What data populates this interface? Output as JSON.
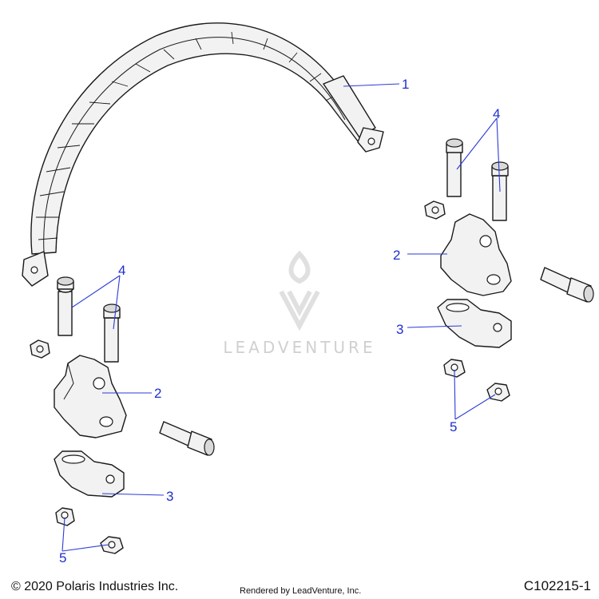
{
  "callouts": {
    "c1": "1",
    "c2a": "2",
    "c2b": "2",
    "c3a": "3",
    "c3b": "3",
    "c4a": "4",
    "c4b": "4",
    "c5a": "5",
    "c5b": "5"
  },
  "watermark": {
    "text": "LEADVENTURE"
  },
  "footer": {
    "copyright": "© 2020 Polaris Industries Inc.",
    "rendered_by": "Rendered by LeadVenture, Inc.",
    "drawing_id": "C102215-1"
  },
  "colors": {
    "callout": "#1f2fcc",
    "line": "#1a1a1a",
    "watermark": "#d0d0d0"
  }
}
